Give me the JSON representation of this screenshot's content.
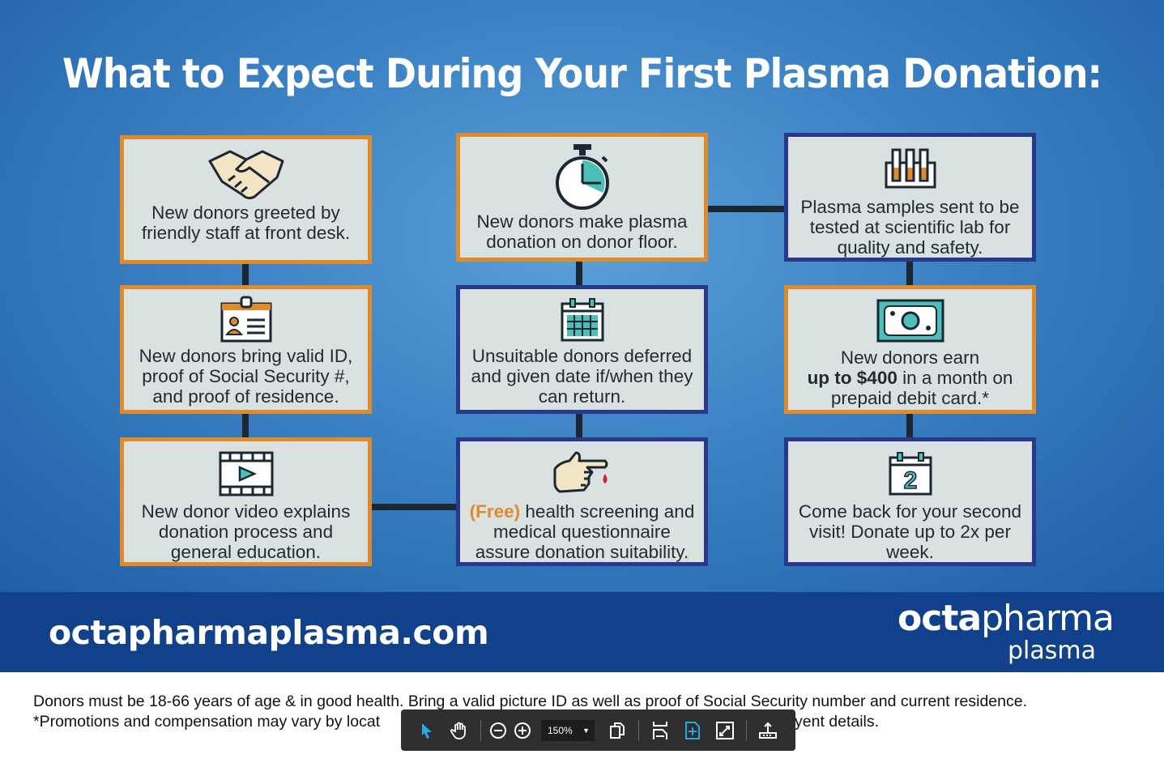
{
  "title": "What to Expect During Your First Plasma Donation:",
  "steps": [
    {
      "text": "New donors greeted by friendly staff at front desk.",
      "icon": "handshake-icon"
    },
    {
      "text": "New donors bring valid ID, proof of Social Security #, and proof of residence.",
      "icon": "id-card-icon"
    },
    {
      "text": "New donor video explains donation process and general education.",
      "icon": "video-icon"
    },
    {
      "free": "(Free)",
      "text": " health screening and medical questionnaire assure donation suitability.",
      "icon": "pointing-hand-blood-icon"
    },
    {
      "text": "Unsuitable donors deferred and given date if/when they can return.",
      "icon": "calendar-icon"
    },
    {
      "text": "New donors make plasma donation on donor floor.",
      "icon": "stopwatch-icon"
    },
    {
      "text": "Plasma samples sent to be tested at scientific lab for quality and safety.",
      "icon": "test-tubes-icon"
    },
    {
      "pre": "New donors earn",
      "bold": "up to $400",
      "post": " in a month on prepaid debit card.*",
      "icon": "money-icon"
    },
    {
      "text": "Come back for your second visit! Donate up to 2x per week.",
      "icon": "calendar-2-icon",
      "cal_num": "2"
    }
  ],
  "banner": {
    "url": "octapharmaplasma.com",
    "logo_bold": "octa",
    "logo_light": "pharma",
    "logo_sub": "plasma"
  },
  "footer": {
    "line1": "Donors must be 18-66 years of age & in good health. Bring a valid picture ID as well as proof of Social Security number and current residence.",
    "line2_start": "*Promotions and compensation may vary by locat",
    "line2_end": "yent details."
  },
  "toolbar": {
    "zoom": "150%"
  },
  "colors": {
    "orange": "#e08a2a",
    "navy": "#28398a",
    "banner": "#12418c"
  }
}
